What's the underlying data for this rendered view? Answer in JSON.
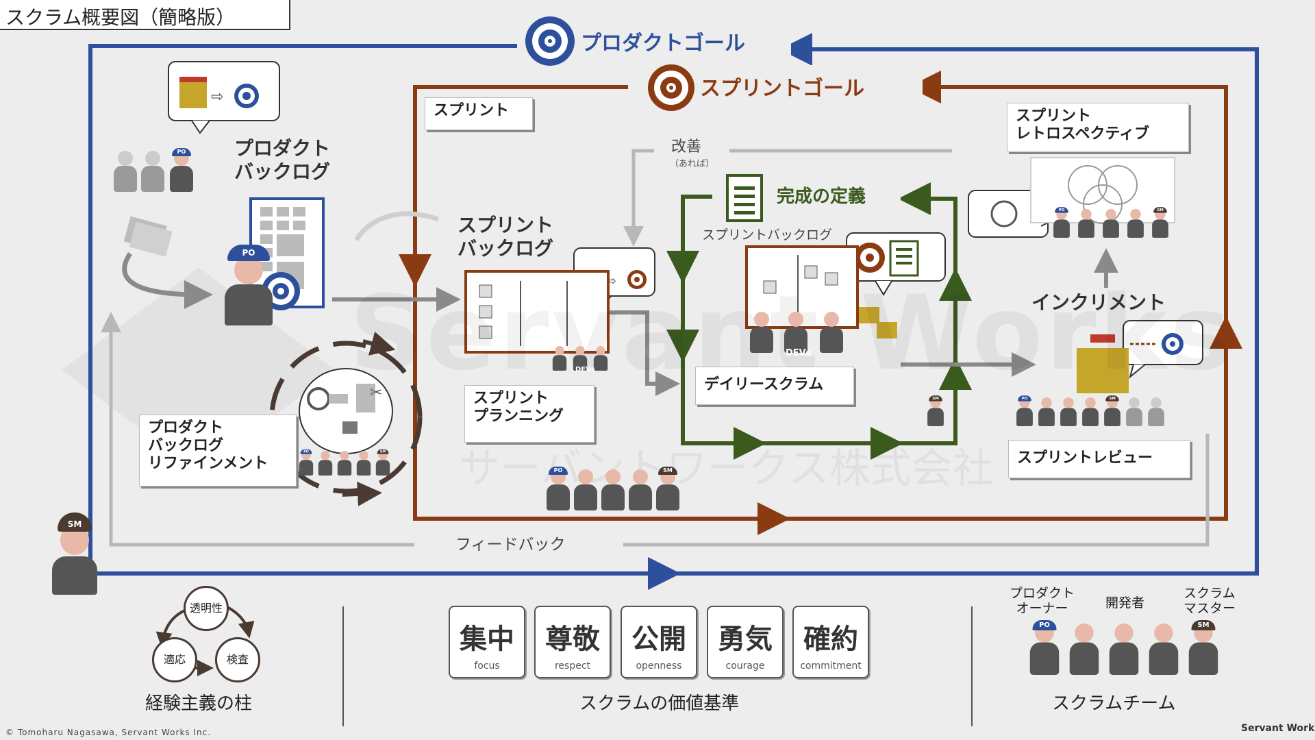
{
  "title": "スクラム概要図（簡略版）",
  "product_goal": "プロダクトゴール",
  "sprint_goal": "スプリントゴール",
  "sprint": "スプリント",
  "product_backlog": "プロダクト\nバックログ",
  "product_backlog_refinement": "プロダクト\nバックログ\nリファインメント",
  "sprint_planning_title": "スプリント\nバックログ",
  "sprint_planning": "スプリント\nプランニング",
  "improvement": "改善",
  "improvement_note": "（あれば）",
  "definition_of_done": "完成の定義",
  "sprint_backlog": "スプリントバックログ",
  "daily_scrum": "デイリースクラム",
  "retrospective": "スプリント\nレトロスペクティブ",
  "increment": "インクリメント",
  "sprint_review": "スプリントレビュー",
  "feedback": "フィードバック",
  "watermark": "Servant Works",
  "watermark_jp": "サーバントワークス株式会社",
  "badges": {
    "po": "PO",
    "sm": "SM",
    "devs": "DEVs"
  },
  "pillars": {
    "title": "経験主義の柱",
    "items": [
      "透明性",
      "検査",
      "適応"
    ]
  },
  "values": {
    "title": "スクラムの価値基準",
    "items": [
      {
        "kanji": "集中",
        "en": "focus"
      },
      {
        "kanji": "尊敬",
        "en": "respect"
      },
      {
        "kanji": "公開",
        "en": "openness"
      },
      {
        "kanji": "勇気",
        "en": "courage"
      },
      {
        "kanji": "確約",
        "en": "commitment"
      }
    ]
  },
  "team": {
    "title": "スクラムチーム",
    "po": "プロダクト\nオーナー",
    "devs": "開発者",
    "sm": "スクラム\nマスター"
  },
  "copyright": "© Tomoharu Nagasawa, Servant Works Inc.",
  "logo": "Servant Works",
  "colors": {
    "product": "#2d4f9c",
    "sprint": "#8a3b12",
    "done": "#3a5a1e",
    "grey_arrow": "#8a8a8a"
  }
}
